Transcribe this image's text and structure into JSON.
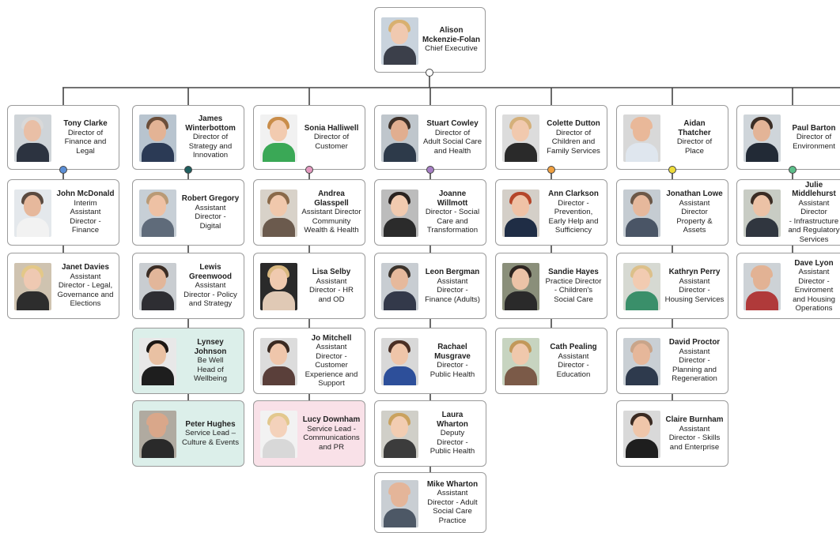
{
  "chart_title": "",
  "ceo": {
    "name": "Alison\nMckenzie-Folan",
    "title": "Chief Executive",
    "photo": {
      "bg": "#c9d3dd",
      "skin": "#f0c9b0",
      "hair": "#d8b070",
      "body": "#3b3f4a"
    }
  },
  "columns": [
    {
      "dot_color": "#5b8fd6",
      "head": {
        "name": "Tony Clarke",
        "title": "Director of\nFinance and\nLegal",
        "photo": {
          "bg": "#cfd4d8",
          "skin": "#e9bfa6",
          "hair": "#d9d9d9",
          "body": "#2c3340"
        }
      },
      "reports": [
        {
          "name": "John McDonald",
          "title": "Interim\nAssistant\nDirector -\nFinance",
          "highlight": "none",
          "photo": {
            "bg": "#e4e8ec",
            "skin": "#e6b89c",
            "hair": "#5a4a40",
            "body": "#f2f2f2"
          }
        },
        {
          "name": "Janet Davies",
          "title": "Assistant\nDirector - Legal,\nGovernance and\nElections",
          "highlight": "none",
          "photo": {
            "bg": "#cfc3b0",
            "skin": "#efc9b2",
            "hair": "#e3c888",
            "body": "#2d2d2d"
          }
        }
      ]
    },
    {
      "dot_color": "#1f5f5f",
      "head": {
        "name": "James\nWinterbottom",
        "title": "Director of\nStrategy and\nInnovation",
        "photo": {
          "bg": "#b8c4cf",
          "skin": "#e3b395",
          "hair": "#6b4e3a",
          "body": "#2b3a55"
        }
      },
      "reports": [
        {
          "name": "Robert Gregory",
          "title": "Assistant\nDirector -\nDigital",
          "highlight": "none",
          "photo": {
            "bg": "#c7cfd6",
            "skin": "#eec1a4",
            "hair": "#b99a76",
            "body": "#5f6b7a"
          }
        },
        {
          "name": "Lewis\nGreenwood",
          "title": "Assistant\nDirector - Policy\nand Strategy",
          "highlight": "none",
          "photo": {
            "bg": "#c9cdd1",
            "skin": "#e2b69a",
            "hair": "#3b2d25",
            "body": "#2e2e33"
          }
        },
        {
          "name": "Lynsey Johnson",
          "title": "Be Well\nHead of\nWellbeing",
          "highlight": "teal",
          "photo": {
            "bg": "#e8e8e8",
            "skin": "#e9c1a3",
            "hair": "#1c1714",
            "body": "#1e1e1e"
          }
        },
        {
          "name": "Peter Hughes",
          "title": "Service Lead –\nCulture & Events",
          "highlight": "teal",
          "photo": {
            "bg": "#b0aaa0",
            "skin": "#d9a78a",
            "hair": "#d9a78a",
            "body": "#2a2a2a"
          }
        }
      ]
    },
    {
      "dot_color": "#e49ac0",
      "head": {
        "name": "Sonia Halliwell",
        "title": "Director of\nCustomer",
        "photo": {
          "bg": "#f1f1f1",
          "skin": "#f2cbb0",
          "hair": "#c98d4a",
          "body": "#3aa856"
        }
      },
      "reports": [
        {
          "name": "Andrea Glasspell",
          "title": "Assistant Director\nCommunity\nWealth & Health",
          "highlight": "none",
          "photo": {
            "bg": "#d8d2c9",
            "skin": "#f0c8ac",
            "hair": "#8a6a4a",
            "body": "#6b5a4d"
          }
        },
        {
          "name": "Lisa Selby",
          "title": "Assistant\nDirector - HR\nand OD",
          "highlight": "none",
          "photo": {
            "bg": "#2a2a2a",
            "skin": "#f0caaf",
            "hair": "#d9b880",
            "body": "#e0c9b5"
          }
        },
        {
          "name": "Jo Mitchell",
          "title": "Assistant\nDirector -\nCustomer\nExperience and\nSupport",
          "highlight": "none",
          "photo": {
            "bg": "#dcdcdc",
            "skin": "#efc6ab",
            "hair": "#3a2a22",
            "body": "#5a3f3a"
          }
        },
        {
          "name": "Lucy Downham",
          "title": "Service Lead -\nCommunications\nand PR",
          "highlight": "pink",
          "photo": {
            "bg": "#f2f2f2",
            "skin": "#f4d2bb",
            "hair": "#e2c88e",
            "body": "#d8d8d8"
          }
        }
      ]
    },
    {
      "dot_color": "#a67fc4",
      "head": {
        "name": "Stuart Cowley",
        "title": "Director of\nAdult Social Care\nand Health",
        "photo": {
          "bg": "#bfc6cc",
          "skin": "#e1ae90",
          "hair": "#3d3028",
          "body": "#2d3a4a"
        }
      },
      "reports": [
        {
          "name": "Joanne\nWillmott",
          "title": "Director - Social\nCare and\nTransformation",
          "highlight": "none",
          "photo": {
            "bg": "#bcbcbc",
            "skin": "#f1caaf",
            "hair": "#2a2320",
            "body": "#2b2b2b"
          }
        },
        {
          "name": "Leon Bergman",
          "title": "Assistant\nDirector -\nFinance (Adults)",
          "highlight": "none",
          "photo": {
            "bg": "#c8cdd2",
            "skin": "#e6b99c",
            "hair": "#3b332c",
            "body": "#33394a"
          }
        },
        {
          "name": "Rachael\nMusgrave",
          "title": "Director -\nPublic Health",
          "highlight": "none",
          "photo": {
            "bg": "#d8d8d8",
            "skin": "#efc5a9",
            "hair": "#4a2f24",
            "body": "#2d4f9a"
          }
        },
        {
          "name": "Laura\nWharton",
          "title": "Deputy\nDirector -\nPublic Health",
          "highlight": "none",
          "photo": {
            "bg": "#d0cfc8",
            "skin": "#f2cdb2",
            "hair": "#caa25e",
            "body": "#3c3c3c"
          }
        },
        {
          "name": "Mike Wharton",
          "title": "Assistant\nDirector - Adult\nSocial Care\nPractice",
          "highlight": "none",
          "photo": {
            "bg": "#c9ced3",
            "skin": "#e4b599",
            "hair": "#e4b599",
            "body": "#4d5866"
          }
        }
      ]
    },
    {
      "dot_color": "#f0a040",
      "head": {
        "name": "Colette Dutton",
        "title": "Director of\nChildren and\nFamily Services",
        "photo": {
          "bg": "#dcdcdc",
          "skin": "#f1c9ae",
          "hair": "#d4b07a",
          "body": "#2a2a2a"
        }
      },
      "reports": [
        {
          "name": "Ann Clarkson",
          "title": "Director -\nPrevention,\nEarly Help and\nSufficiency",
          "highlight": "none",
          "photo": {
            "bg": "#d4cfc8",
            "skin": "#efc2a6",
            "hair": "#b5462a",
            "body": "#1f2d45"
          }
        },
        {
          "name": "Sandie Hayes",
          "title": "Practice Director\n- Children's\nSocial Care",
          "highlight": "none",
          "photo": {
            "bg": "#8a8f7a",
            "skin": "#ecc3a7",
            "hair": "#2c2420",
            "body": "#2a2a2a"
          }
        },
        {
          "name": "Cath Pealing",
          "title": "Assistant\nDirector -\nEducation",
          "highlight": "none",
          "photo": {
            "bg": "#c7d4c0",
            "skin": "#f0c8ac",
            "hair": "#c2985a",
            "body": "#7b5a48"
          }
        }
      ]
    },
    {
      "dot_color": "#eedc3a",
      "head": {
        "name": "Aidan\nThatcher",
        "title": "Director of\nPlace",
        "photo": {
          "bg": "#d8d8d8",
          "skin": "#e9b899",
          "hair": "#e9b899",
          "body": "#dfe6ee"
        }
      },
      "reports": [
        {
          "name": "Jonathan Lowe",
          "title": "Assistant\nDirector\nProperty &\nAssets",
          "highlight": "none",
          "photo": {
            "bg": "#c5ccd2",
            "skin": "#e6b89c",
            "hair": "#6c5848",
            "body": "#4a5566"
          }
        },
        {
          "name": "Kathryn Perry",
          "title": "Assistant\nDirector -\nHousing Services",
          "highlight": "none",
          "photo": {
            "bg": "#d6d9d2",
            "skin": "#f2cbb1",
            "hair": "#dcc08a",
            "body": "#3a8f6a"
          }
        },
        {
          "name": "David Proctor",
          "title": "Assistant\nDirector -\nPlanning and\nRegeneration",
          "highlight": "none",
          "photo": {
            "bg": "#c9cfd4",
            "skin": "#e6b79a",
            "hair": "#c9a58a",
            "body": "#2e3a4d"
          }
        },
        {
          "name": "Claire Burnham",
          "title": "Assistant\nDirector - Skills\nand Enterprise",
          "highlight": "none",
          "photo": {
            "bg": "#d9d9d9",
            "skin": "#efc6aa",
            "hair": "#3a2a22",
            "body": "#1e1e1e"
          }
        }
      ]
    },
    {
      "dot_color": "#5cbf8a",
      "head": {
        "name": "Paul Barton",
        "title": "Director of\nEnvironment",
        "photo": {
          "bg": "#cfd5da",
          "skin": "#e3b497",
          "hair": "#3a2d25",
          "body": "#222a36"
        }
      },
      "reports": [
        {
          "name": "Julie\nMiddlehurst",
          "title": "Assistant Director\n- Infrastructure\nand Regulatory\nServices",
          "highlight": "none",
          "photo": {
            "bg": "#c8ccc4",
            "skin": "#ecc2a6",
            "hair": "#3a2c24",
            "body": "#30363f"
          }
        },
        {
          "name": "Dave Lyon",
          "title": "Assistant\nDirector -\nEnviroment\nand Housing\nOperations",
          "highlight": "none",
          "photo": {
            "bg": "#cdd2d6",
            "skin": "#e2b294",
            "hair": "#e2b294",
            "body": "#b03a3a"
          }
        }
      ]
    }
  ]
}
